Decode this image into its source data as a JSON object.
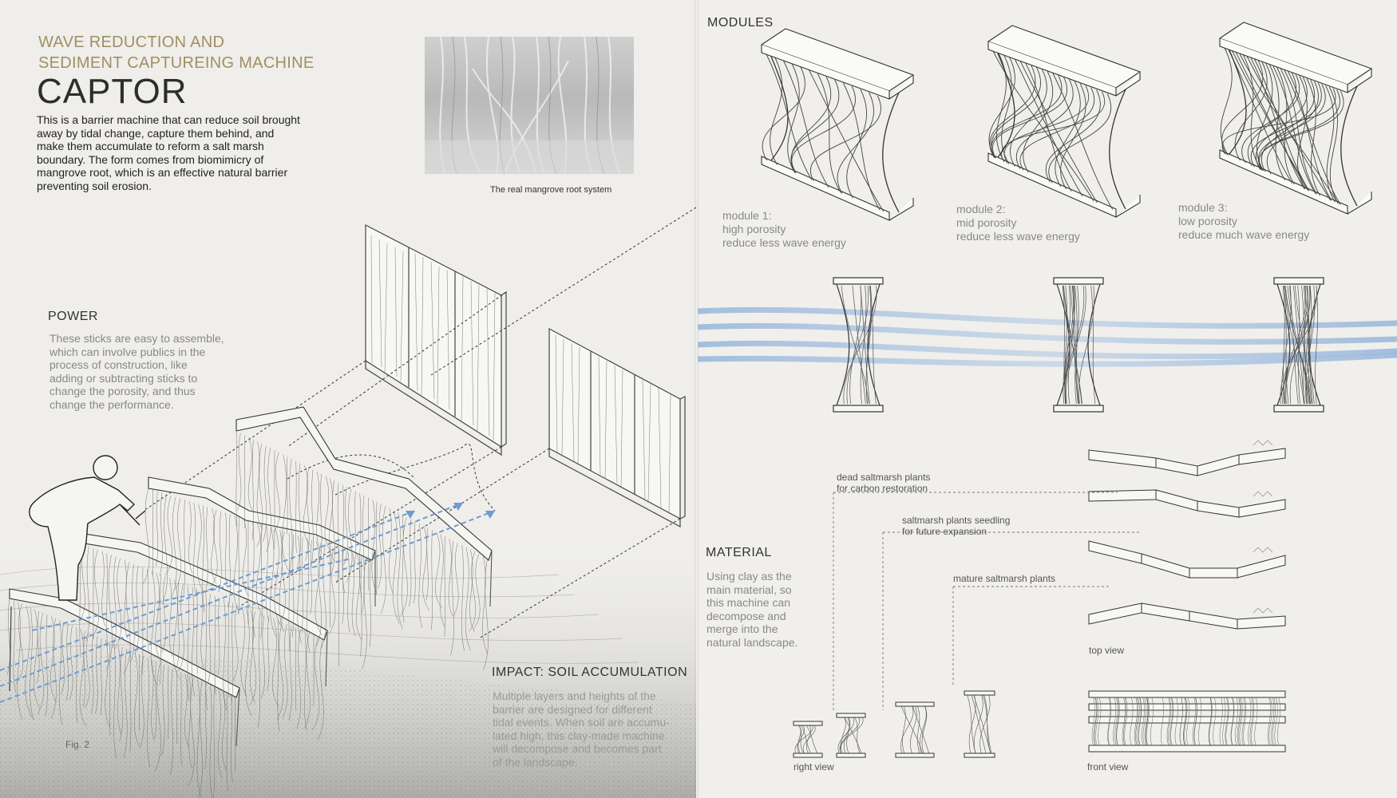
{
  "header": {
    "kicker": "WAVE REDUCTION AND\nSEDIMENT CAPTUREING MACHINE",
    "title": "CAPTOR",
    "intro": "This is a barrier machine that can reduce soil brought\naway by tidal change, capture them behind, and\nmake them accumulate to reform a salt marsh\nboundary. The form comes from biomimicry of\nmangrove root, which is an effective natural barrier\npreventing soil erosion."
  },
  "photo": {
    "caption": "The real mangrove root system"
  },
  "power": {
    "heading": "POWER",
    "text": "These sticks are easy to assemble,\nwhich can involve publics in the\nprocess of construction, like\nadding or subtracting sticks to\nchange the porosity, and thus\nchange the performance."
  },
  "impact": {
    "heading": "IMPACT: SOIL ACCUMULATION",
    "text": "Multiple layers and heights of the\nbarrier are designed for different\ntidal events. When soil are accumu-\nlated high, this clay-made machine\nwill decompose and becomes part\nof the landscape."
  },
  "fig_label": "Fig. 2",
  "modules": {
    "heading": "MODULES",
    "items": [
      {
        "text": "module 1:\nhigh porosity\nreduce less wave energy"
      },
      {
        "text": "module 2:\nmid porosity\nreduce less wave energy"
      },
      {
        "text": "module 3:\nlow porosity\nreduce much wave energy"
      }
    ]
  },
  "material": {
    "heading": "MATERIAL",
    "text": "Using clay as the\nmain material, so\nthis machine can\ndecompose and\nmerge into the\nnatural landscape.",
    "labels": {
      "dead": "dead saltmarsh plants\nfor carbon restoration",
      "seedling": "saltmarsh plants seedling\nfor future expansion",
      "mature": "mature saltmarsh plants"
    }
  },
  "views": {
    "top": "top view",
    "right": "right view",
    "front": "front view"
  },
  "colors": {
    "accent_gold": "#a08f63",
    "wave_blue": "#7fa6d6",
    "ink": "#333333"
  }
}
